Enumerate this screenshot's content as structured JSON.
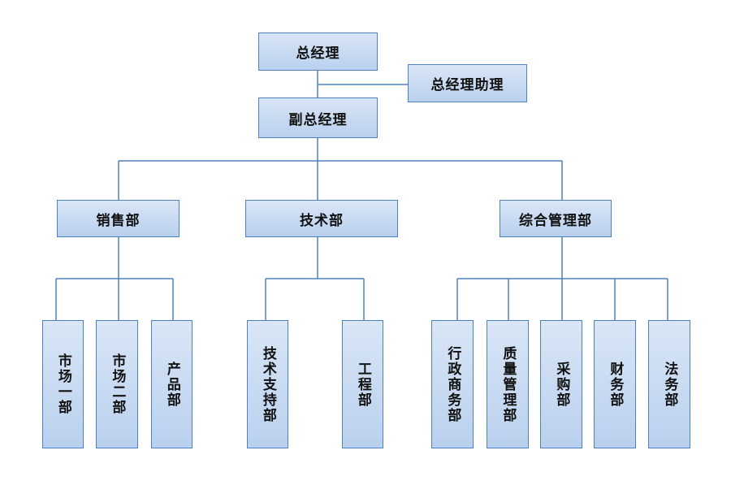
{
  "org": {
    "ceo": "总经理",
    "ceo_assistant": "总经理助理",
    "vice_ceo": "副总经理",
    "departments": [
      {
        "name": "销售部",
        "units": [
          "市场一部",
          "市场二部",
          "产品部"
        ]
      },
      {
        "name": "技术部",
        "units": [
          "技术支持部",
          "工程部"
        ]
      },
      {
        "name": "综合管理部",
        "units": [
          "行政商务部",
          "质量管理部",
          "采购部",
          "财务部",
          "法务部"
        ]
      }
    ]
  },
  "colors": {
    "border": "#4f81bd",
    "fill_top": "#d9e6f6",
    "fill_bottom": "#b9d0ee",
    "connector": "#4f81bd"
  }
}
